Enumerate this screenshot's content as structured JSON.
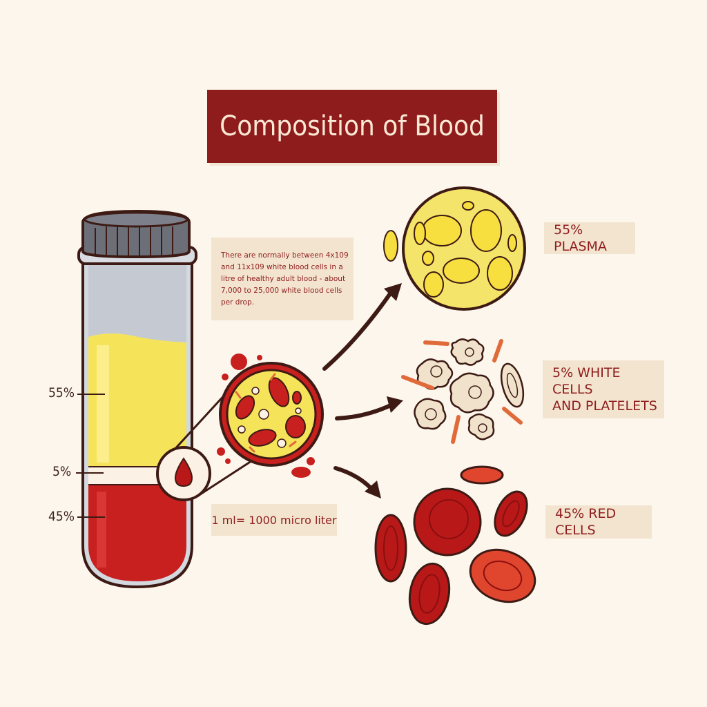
{
  "title": "Composition of Blood",
  "info_note": "There are normally between 4x109 and 11x109 white blood cells in a litre of healthy adult blood - about 7,000 to 25,000 white blood cells per drop.",
  "volume_note": "1 ml= 1000 micro liter",
  "tube_labels": {
    "plasma_pct": "55%",
    "white_pct": "5%",
    "red_pct": "45%"
  },
  "component_labels": {
    "plasma": "55% PLASMA",
    "white_line1": "5% WHITE CELLS",
    "white_line2": "AND PLATELETS",
    "red": "45% RED CELLS"
  },
  "composition": {
    "plasma_fraction": 0.55,
    "white_fraction": 0.05,
    "red_fraction": 0.45
  },
  "colors": {
    "background": "#fcf6ec",
    "banner": "#8e1c1c",
    "plasma": "#f5e45a",
    "red_cell": "#c81f1f",
    "white_cell": "#f1e2cc",
    "outline": "#3d1a14"
  },
  "icons": [
    "test-tube-icon",
    "blood-drop-icon",
    "magnifier-icon",
    "plasma-icon",
    "white-cells-icon",
    "red-cells-icon"
  ]
}
